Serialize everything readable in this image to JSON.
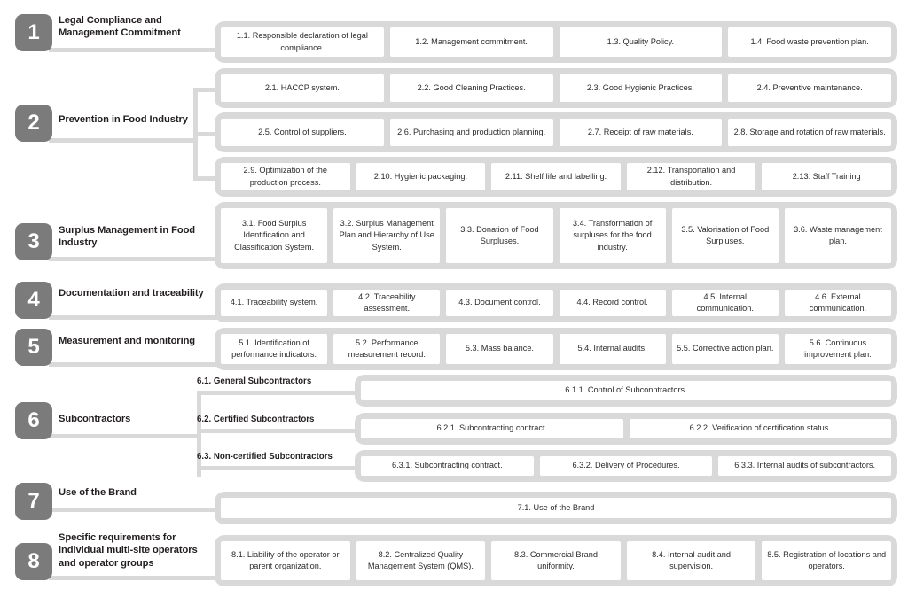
{
  "theme": {
    "badge_color": "#7b7b7b",
    "band_color": "#d9d9d9",
    "card_color": "#ffffff",
    "text_color": "#231f20",
    "background": "#ffffff"
  },
  "sections": [
    {
      "number": "1",
      "title": "Legal Compliance and Management Commitment",
      "rows": [
        {
          "cards": [
            "1.1. Responsible declaration of legal compliance.",
            "1.2. Management commitment.",
            "1.3. Quality Policy.",
            "1.4.   Food waste prevention plan."
          ]
        }
      ]
    },
    {
      "number": "2",
      "title": "Prevention in Food Industry",
      "rows": [
        {
          "cards": [
            "2.1. HACCP system.",
            "2.2. Good Cleaning Practices.",
            "2.3. Good Hygienic Practices.",
            "2.4. Preventive maintenance."
          ]
        },
        {
          "cards": [
            "2.5. Control of suppliers.",
            "2.6. Purchasing and production planning.",
            "2.7. Receipt of raw materials.",
            "2.8. Storage and rotation of raw materials."
          ]
        },
        {
          "cards": [
            "2.9. Optimization of the production process.",
            "2.10. Hygienic packaging.",
            "2.11. Shelf life and labelling.",
            "2.12. Transportation and distribution.",
            "2.13. Staff Training"
          ]
        }
      ]
    },
    {
      "number": "3",
      "title": "Surplus Management in Food Industry",
      "rows": [
        {
          "cards": [
            "3.1. Food Surplus Identification and Classification System.",
            "3.2. Surplus Management Plan and Hierarchy of Use System.",
            "3.3. Donation of Food Surpluses.",
            "3.4. Transformation of surpluses for the food industry.",
            "3.5. Valorisation of Food Surpluses.",
            "3.6. Waste management plan."
          ]
        }
      ]
    },
    {
      "number": "4",
      "title": "Documentation and traceability",
      "rows": [
        {
          "cards": [
            "4.1. Traceability system.",
            "4.2. Traceability assessment.",
            "4.3. Document control.",
            "4.4. Record control.",
            "4.5. Internal communication.",
            "4.6. External communication."
          ]
        }
      ]
    },
    {
      "number": "5",
      "title": "Measurement and monitoring",
      "rows": [
        {
          "cards": [
            "5.1. Identification of performance indicators.",
            "5.2. Performance measurement record.",
            "5.3. Mass balance.",
            "5.4. Internal audits.",
            "5.5. Corrective action plan.",
            "5.6. Continuous improvement plan."
          ]
        }
      ]
    },
    {
      "number": "6",
      "title": "Subcontractors",
      "subgroups": [
        {
          "label": "6.1. General Subcontractors",
          "cards": [
            "6.1.1.   Control of Subconntractors."
          ]
        },
        {
          "label": "6.2. Certified Subcontractors",
          "cards": [
            "6.2.1. Subcontracting contract.",
            "6.2.2. Verification of certification status."
          ]
        },
        {
          "label": "6.3. Non-certified Subcontractors",
          "cards": [
            "6.3.1. Subcontracting contract.",
            "6.3.2. Delivery of Procedures.",
            "6.3.3. Internal audits of subcontractors."
          ]
        }
      ]
    },
    {
      "number": "7",
      "title": "Use of the Brand",
      "rows": [
        {
          "cards": [
            "7.1.   Use of the Brand"
          ]
        }
      ]
    },
    {
      "number": "8",
      "title": "Specific requirements for individual multi-site operators and operator groups",
      "rows": [
        {
          "cards": [
            "8.1. Liability of the operator or parent organization.",
            "8.2. Centralized Quality Management System (QMS).",
            "8.3. Commercial Brand uniformity.",
            "8.4. Internal audit and supervision.",
            "8.5. Registration of locations and operators."
          ]
        }
      ]
    }
  ]
}
